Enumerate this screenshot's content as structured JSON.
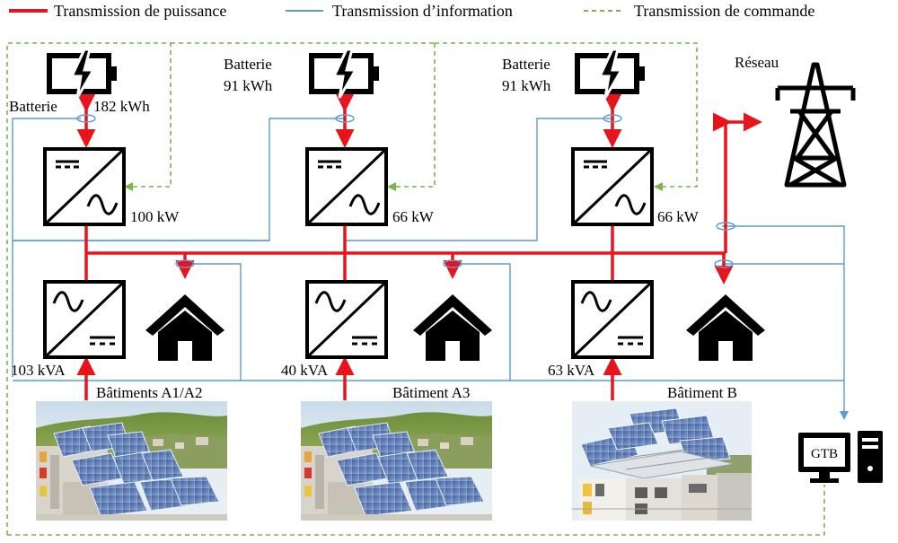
{
  "legend": {
    "power": "Transmission de puissance",
    "info": "Transmission d’information",
    "command": "Transmission de commande"
  },
  "colors": {
    "power": "#e8141b",
    "info": "#5b9bd5",
    "command": "#7ab648",
    "black": "#000000"
  },
  "labels": {
    "battery1": "Batterie",
    "battery1_capacity": "182 kWh",
    "battery2_line1": "Batterie",
    "battery2_line2": "91 kWh",
    "battery3_line1": "Batterie",
    "battery3_line2": "91 kWh",
    "grid": "Réseau",
    "conv1_power": "100 kW",
    "conv2_power": "66 kW",
    "conv3_power": "66 kW",
    "inv1_power": "103 kVA",
    "inv2_power": "40 kVA",
    "inv3_power": "63 kVA",
    "building1": "Bâtiments A1/A2",
    "building2": "Bâtiment A3",
    "building3": "Bâtiment B",
    "gtb": "GTB"
  },
  "icons": {
    "battery": "battery-charging-icon",
    "converter": "dc-ac-converter-icon",
    "inverter": "ac-dc-inverter-icon",
    "house": "house-icon",
    "pylon": "power-pylon-icon",
    "computer": "computer-icon",
    "building_photo": "solar-building-photo"
  }
}
